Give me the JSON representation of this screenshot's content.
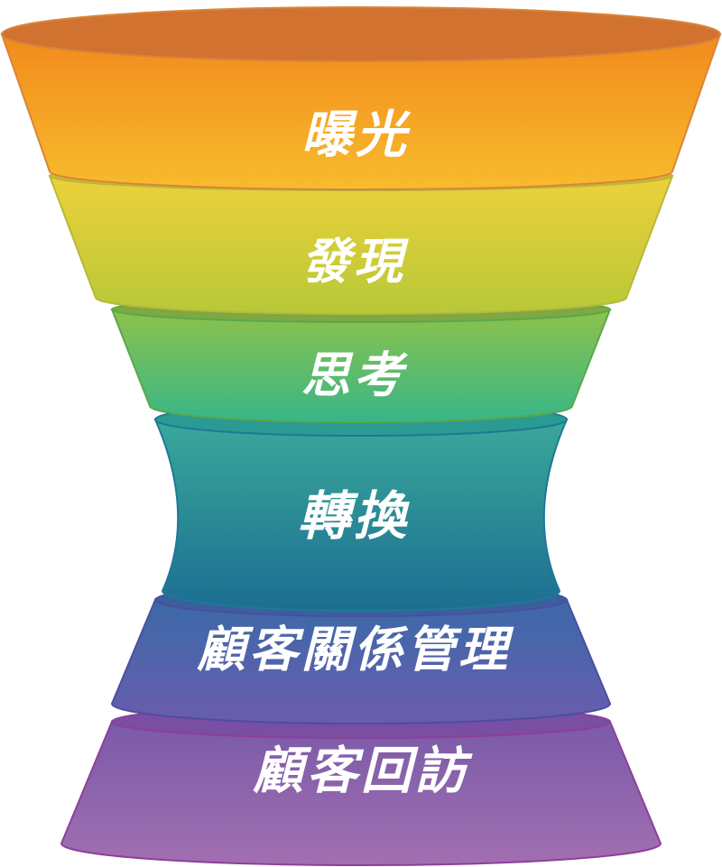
{
  "diagram": {
    "type": "funnel",
    "stages": [
      {
        "label": "曝光",
        "color_top": "#f28a1d",
        "color_bottom": "#f8bb2c",
        "rim": "#d27230",
        "edge": "#d9843a"
      },
      {
        "label": "發現",
        "color_top": "#edd13a",
        "color_bottom": "#b8c838",
        "rim": "#d2b531",
        "edge": "#b8b83a"
      },
      {
        "label": "思考",
        "color_top": "#8ec24a",
        "color_bottom": "#38b688",
        "rim": "#7da843",
        "edge": "#5aa84a"
      },
      {
        "label": "轉換",
        "color_top": "#3aa89a",
        "color_bottom": "#1c6e92",
        "rim": "#2b9a93",
        "edge": "#1f7896"
      },
      {
        "label": "顧客關係管理",
        "color_top": "#3b6aa8",
        "color_bottom": "#6a5cae",
        "rim": "#3a5f9c",
        "edge": "#4a4fa0"
      },
      {
        "label": "顧客回訪",
        "color_top": "#7a5aa8",
        "color_bottom": "#a26fb1",
        "rim": "#7a4ea2",
        "edge": "#8d3f9a"
      }
    ]
  }
}
